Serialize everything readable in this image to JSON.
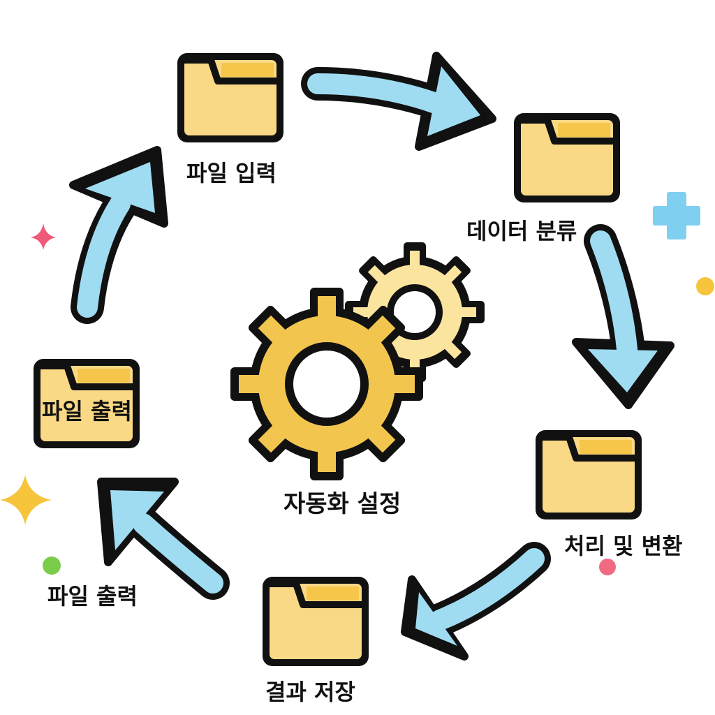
{
  "diagram": {
    "center_label": "자동화 설정",
    "steps": [
      {
        "id": "input",
        "label": "파일 입력"
      },
      {
        "id": "classify",
        "label": "데이터 분류"
      },
      {
        "id": "process",
        "label": "처리 및 변환"
      },
      {
        "id": "save",
        "label": "결과 저장"
      },
      {
        "id": "output",
        "label": "파일 출력"
      }
    ],
    "folder_inner_label": "파일 출력"
  },
  "colors": {
    "folder_fill": "#fad986",
    "folder_tab": "#f5c64a",
    "outline": "#111111",
    "arrow_fill": "#9fdcf1",
    "gear_large": "#f2c54e",
    "gear_small": "#fbe49e",
    "sparkle_pink": "#ef5a78",
    "sparkle_yellow": "#f6c53c",
    "sparkle_blue": "#7fd0f0",
    "dot_green": "#7ccc4c",
    "dot_yellow": "#f6c53c",
    "dot_pink": "#f06a82"
  },
  "icons": [
    "folder-icon",
    "gear-icon",
    "arrow-icon",
    "sparkle-icon"
  ]
}
